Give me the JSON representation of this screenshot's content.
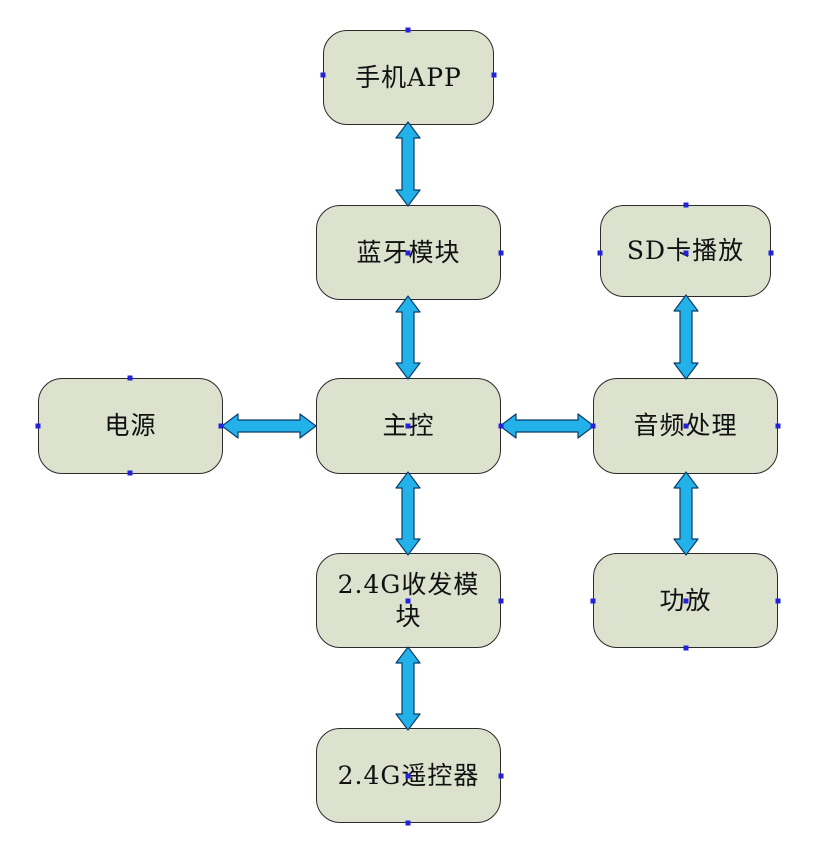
{
  "diagram": {
    "nodes": {
      "phone_app": "手机APP",
      "bluetooth_module": "蓝牙模块",
      "sd_card_playback": "SD卡播放",
      "power_supply": "电源",
      "main_controller": "主控",
      "audio_processing": "音频处理",
      "transceiver_24g": "2.4G收发模块",
      "power_amplifier": "功放",
      "remote_24g": "2.4G遥控器"
    },
    "colors": {
      "node_fill": "#dde2cf",
      "node_border": "#2b2b2b",
      "arrow_fill": "#22b1e8",
      "arrow_stroke": "#0b3d68",
      "handle": "#2222d8"
    }
  }
}
